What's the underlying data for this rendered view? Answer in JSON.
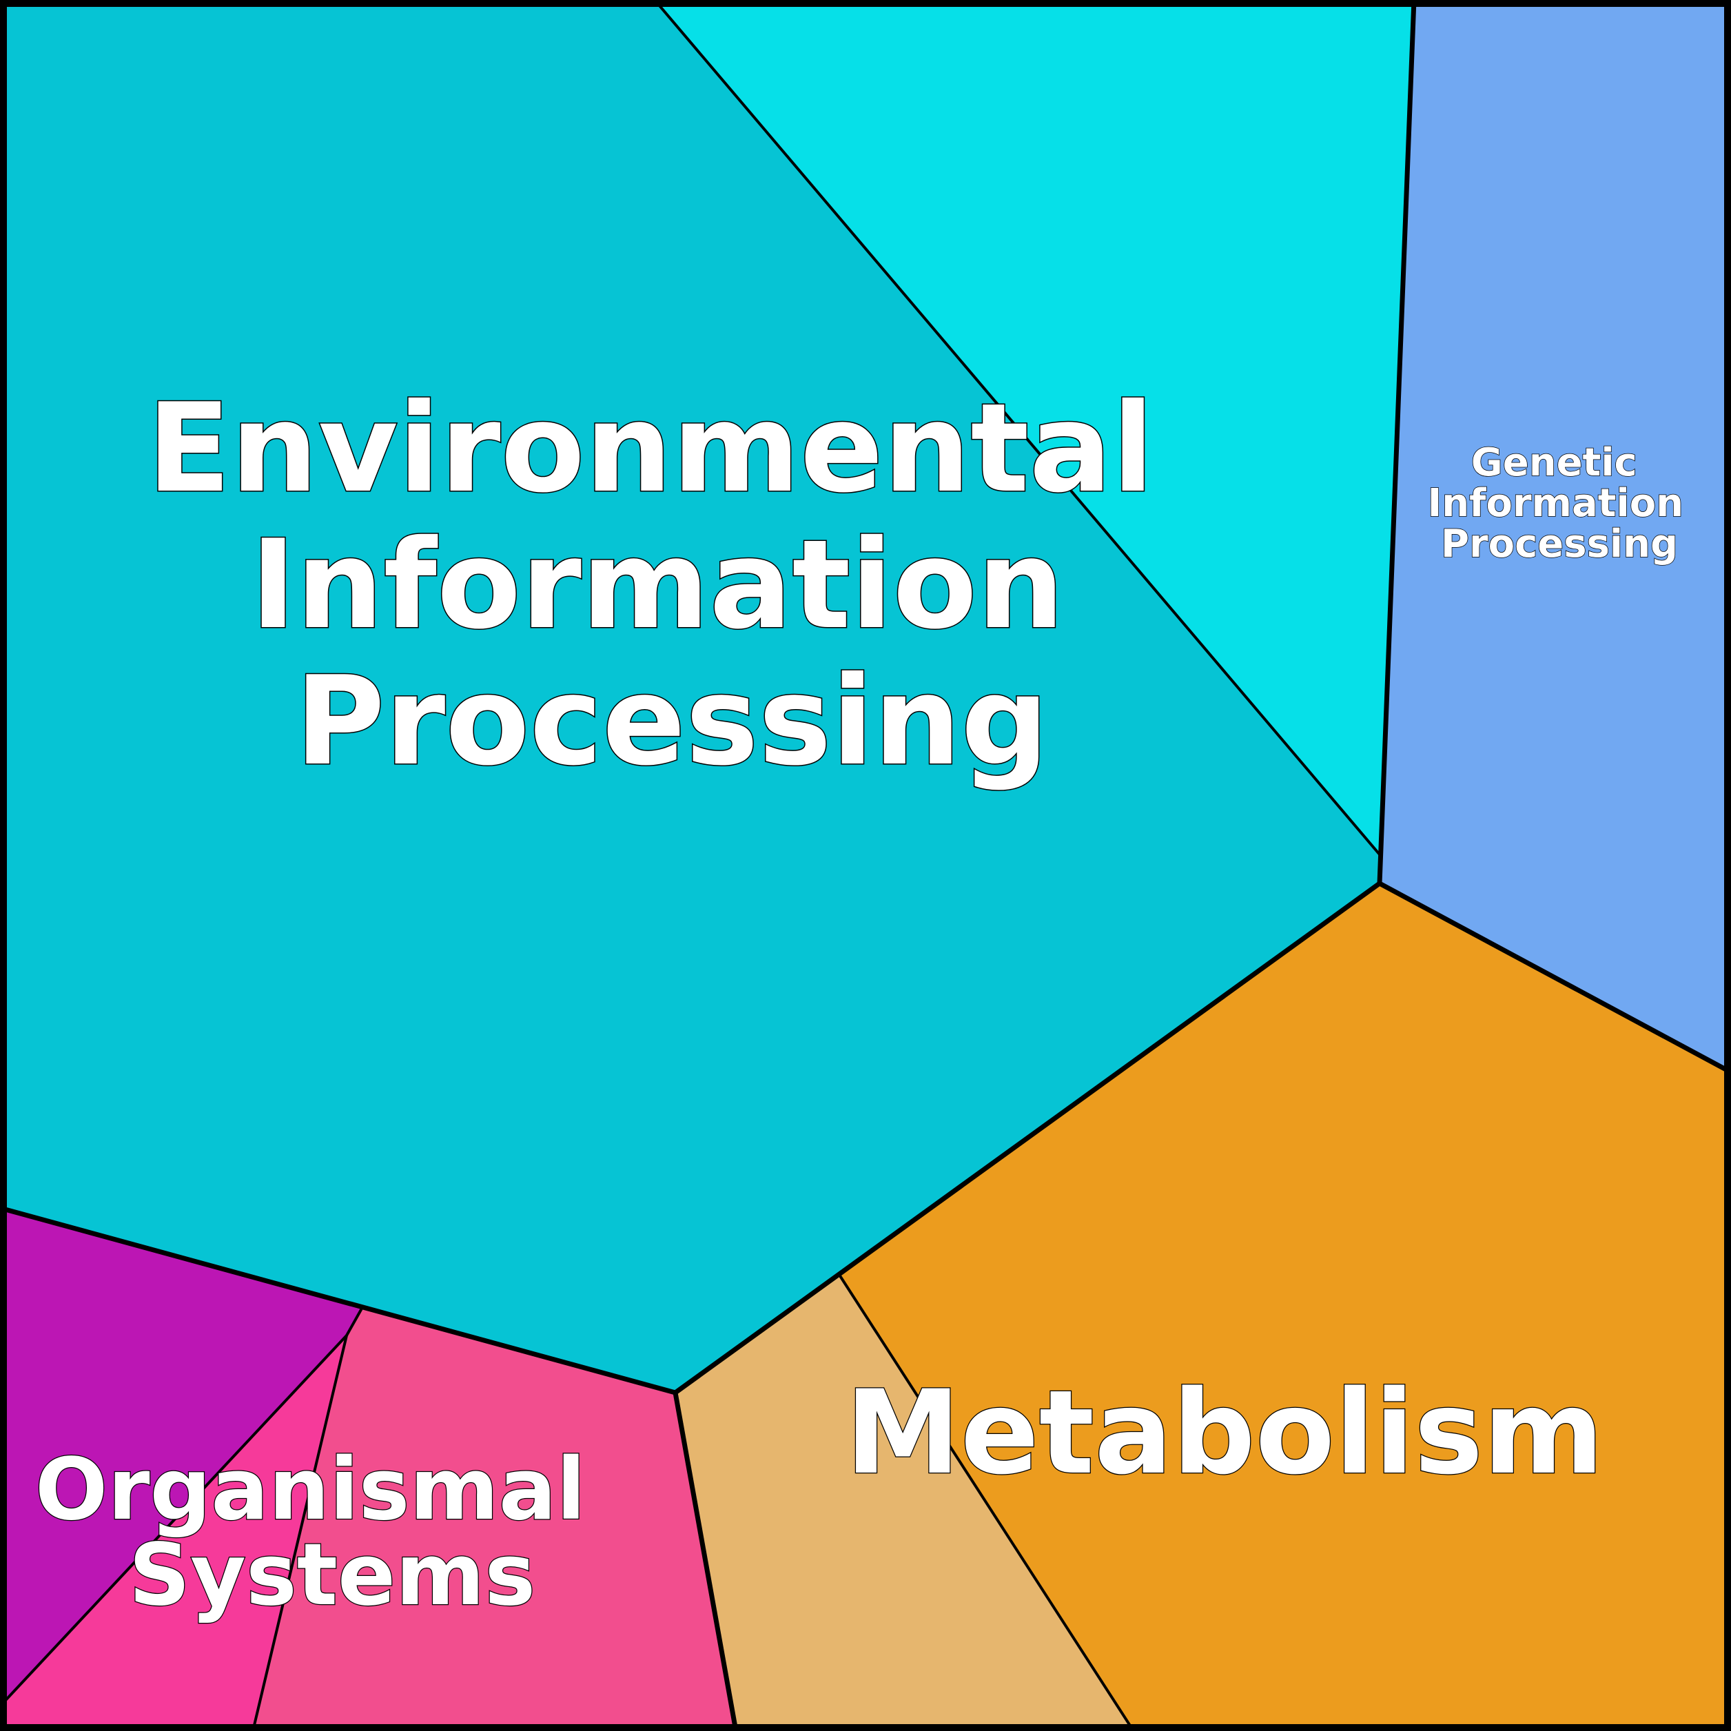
{
  "categories": {
    "environmental": {
      "lines": [
        "Environmental",
        "Information",
        "Processing"
      ],
      "color": "#06C4D4",
      "sub_colors": [
        "#06C4D4",
        "#06E0E8"
      ]
    },
    "genetic": {
      "lines": [
        "Genetic",
        "Information",
        "Processing"
      ],
      "color": "#71A8F2"
    },
    "metabolism": {
      "lines": [
        "Metabolism"
      ],
      "color": "#EC9C1E",
      "sub_colors": [
        "#EC9C1E",
        "#E6B66E"
      ]
    },
    "organismal": {
      "lines": [
        "Organismal",
        "Systems"
      ],
      "color": "#F24E8E",
      "sub_colors": [
        "#BC16B4",
        "#F63A9A",
        "#F24E8E"
      ]
    }
  },
  "border_color": "#000000"
}
